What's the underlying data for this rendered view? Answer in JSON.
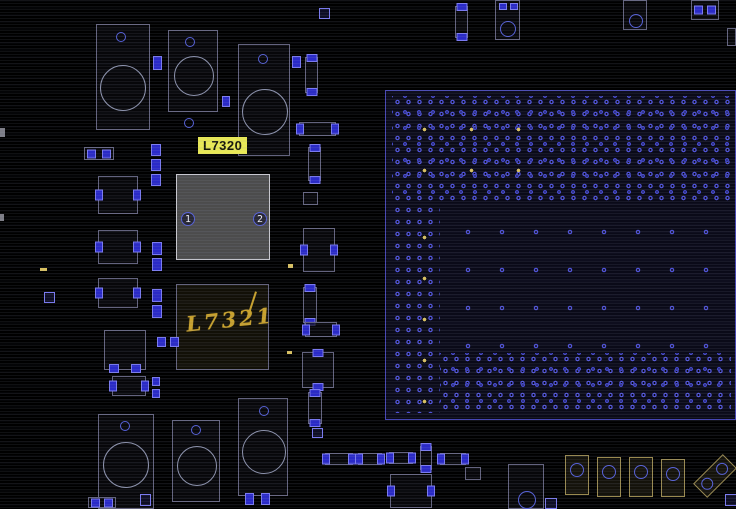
{
  "board": {
    "highlight_label": "L7320",
    "silkscreen_label": "L7321",
    "pins": {
      "pin1": "1",
      "pin2": "2"
    }
  },
  "colors": {
    "background": "#000000",
    "component_outline": "#63637e",
    "pad_blue": "#2a2ac8",
    "pad_border": "#7a7af0",
    "via_ring": "#4f52d8",
    "accent_yellow": "#d8c060",
    "highlight_bg": "#e9e955",
    "highlight_text": "#15150a",
    "silkscreen_gold": "#c9a22c",
    "inductor_body": "#4c4c4c",
    "bga_outline": "#4646b4"
  }
}
